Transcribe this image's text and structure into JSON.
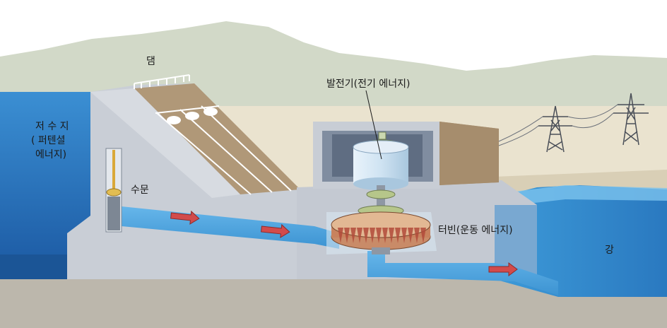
{
  "labels": {
    "dam": "댐",
    "generator": "발전기(전기 에너지)",
    "reservoir_line1": "저 수 지",
    "reservoir_line2": "( 퍼텐셜",
    "reservoir_line3": "에너지)",
    "sluice_gate": "수문",
    "turbine": "터빈(운동 에너지)",
    "river": "강"
  },
  "colors": {
    "sky": "#ffffff",
    "mountain": "#d2d9c8",
    "land": "#eae3cf",
    "ground": "#bcb7ac",
    "reservoir": "#2f7fc3",
    "river": "#3d9ad8",
    "concrete": "#c9ced6",
    "concrete_dark": "#a9b0bb",
    "dam_top": "#b09878",
    "water_pipe": "#4aa3e0",
    "arrow": "#d24b4b",
    "generator": "#cfe3f2",
    "turbine": "#c8825e"
  },
  "icons": [
    "arrow-right-icon",
    "power-tower-icon",
    "railing-icon"
  ]
}
